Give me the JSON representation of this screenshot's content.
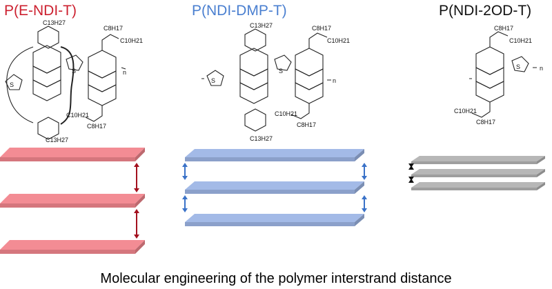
{
  "panels": [
    {
      "title": "P(E-NDI-T)",
      "color": "#cc1f2e",
      "slab_color": "#f2868e",
      "arrow_color": "#a3101e",
      "layers": 3,
      "spacing": "large",
      "labels": [
        "C13H27",
        "C8H17",
        "C10H21",
        "C10H21",
        "C8H17",
        "C13H27",
        "S",
        "S",
        "n"
      ]
    },
    {
      "title": "P(NDI-DMP-T)",
      "color": "#4a7fd0",
      "slab_color": "#9eb6e6",
      "arrow_color": "#3a72c8",
      "layers": 3,
      "spacing": "medium",
      "labels": [
        "C13H27",
        "C8H17",
        "C10H21",
        "C10H21",
        "C8H17",
        "C13H27",
        "S",
        "S",
        "n"
      ]
    },
    {
      "title": "P(NDI-2OD-T)",
      "color": "#111111",
      "slab_color": "#b3b3b3",
      "arrow_color": "#111111",
      "layers": 3,
      "spacing": "small",
      "labels": [
        "C8H17",
        "C10H21",
        "C10H21",
        "C8H17",
        "S",
        "n"
      ]
    }
  ],
  "caption": "Molecular engineering of the polymer interstrand distance"
}
